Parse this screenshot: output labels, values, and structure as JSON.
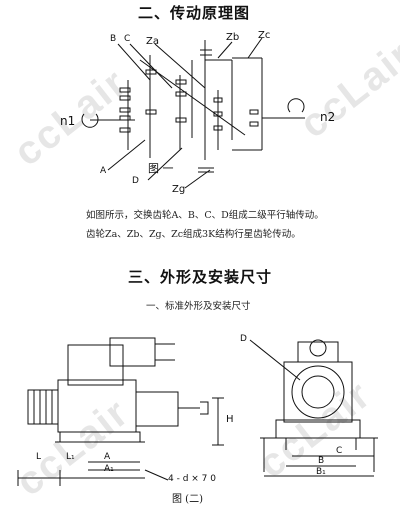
{
  "section2": {
    "heading": "二、传动原理图",
    "figure_caption": "图 一",
    "labels": {
      "b": "B",
      "c": "C",
      "za": "Za",
      "zb": "Zb",
      "zc": "Zc",
      "a": "A",
      "d": "D",
      "zg": "Zg",
      "n1": "n1",
      "n2": "n2"
    },
    "description": [
      "如图所示，交换齿轮A、B、C、D组成二级平行轴传动。",
      "齿轮Za、Zb、Zg、Zc组成3K结构行星齿轮传动。"
    ]
  },
  "section3": {
    "heading": "三、外形及安装尺寸",
    "subheading": "一、标准外形及安装尺寸",
    "figure_caption": "图 (二)",
    "labels": {
      "dim_h": "H",
      "dim_l": "L",
      "dim_l1": "L₁",
      "dim_a": "A",
      "dim_a1": "A₁",
      "bolt": "4 - d × 7 0",
      "d": "D",
      "c": "C",
      "b": "B",
      "b1": "B₁"
    }
  },
  "watermark": "ccLair"
}
